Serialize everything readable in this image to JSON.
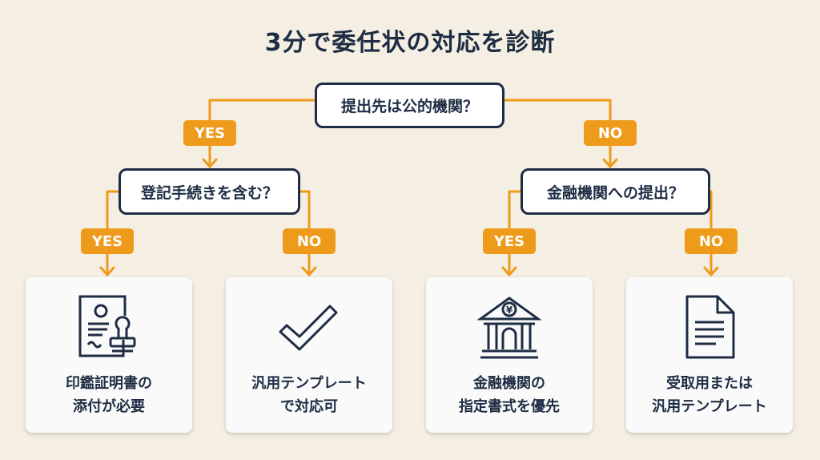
{
  "title": "3分で委任状の対応を診断",
  "root_question": "提出先は公的機関？",
  "left_question": "登記手続きを含む？",
  "right_question": "金融機関への提出？",
  "badges": {
    "yes": "YES",
    "no": "NO"
  },
  "results": [
    {
      "icon": "document-stamp-icon",
      "line1": "印鑑証明書の",
      "line2": "添付が必要"
    },
    {
      "icon": "checkmark-icon",
      "line1": "汎用テンプレート",
      "line2": "で対応可"
    },
    {
      "icon": "bank-yen-icon",
      "line1": "金融機関の",
      "line2": "指定書式を優先"
    },
    {
      "icon": "document-icon",
      "line1": "受取用または",
      "line2": "汎用テンプレート"
    }
  ],
  "colors": {
    "background": "#f4efe2",
    "accent": "#ee9a1a",
    "navy": "#1e2d44"
  }
}
